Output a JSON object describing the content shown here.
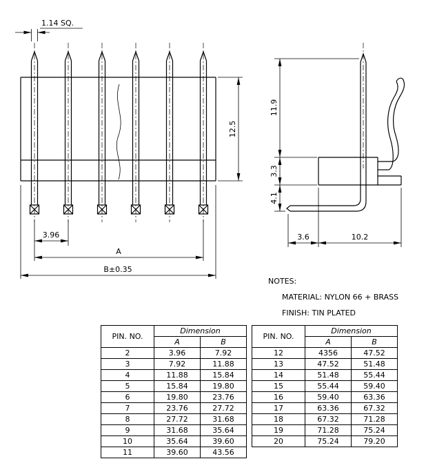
{
  "drawing": {
    "front_view": {
      "dim_pin_sq": "1.14 SQ.",
      "dim_height": "12.5",
      "dim_pitch": "3.96",
      "dim_a": "A",
      "dim_b": "B±0.35"
    },
    "side_view": {
      "dim_tail": "11.9",
      "dim_body": "3.3",
      "dim_leg": "4.1",
      "dim_offset": "3.6",
      "dim_depth": "10.2"
    }
  },
  "notes": {
    "heading": "NOTES:",
    "material": "MATERIAL: NYLON 66 + BRASS",
    "finish": "FINISH: TIN PLATED"
  },
  "table": {
    "headers": {
      "pin": "PIN. NO.",
      "dimension": "Dimension",
      "a": "A",
      "b": "B"
    },
    "left_rows": [
      {
        "pin": "2",
        "a": "3.96",
        "b": "7.92"
      },
      {
        "pin": "3",
        "a": "7.92",
        "b": "11.88"
      },
      {
        "pin": "4",
        "a": "11.88",
        "b": "15.84"
      },
      {
        "pin": "5",
        "a": "15.84",
        "b": "19.80"
      },
      {
        "pin": "6",
        "a": "19.80",
        "b": "23.76"
      },
      {
        "pin": "7",
        "a": "23.76",
        "b": "27.72"
      },
      {
        "pin": "8",
        "a": "27.72",
        "b": "31.68"
      },
      {
        "pin": "9",
        "a": "31.68",
        "b": "35.64"
      },
      {
        "pin": "10",
        "a": "35.64",
        "b": "39.60"
      },
      {
        "pin": "11",
        "a": "39.60",
        "b": "43.56"
      }
    ],
    "right_rows": [
      {
        "pin": "12",
        "a": "4356",
        "b": "47.52"
      },
      {
        "pin": "13",
        "a": "47.52",
        "b": "51.48"
      },
      {
        "pin": "14",
        "a": "51.48",
        "b": "55.44"
      },
      {
        "pin": "15",
        "a": "55.44",
        "b": "59.40"
      },
      {
        "pin": "16",
        "a": "59.40",
        "b": "63.36"
      },
      {
        "pin": "17",
        "a": "63.36",
        "b": "67.32"
      },
      {
        "pin": "18",
        "a": "67.32",
        "b": "71.28"
      },
      {
        "pin": "19",
        "a": "71.28",
        "b": "75.24"
      },
      {
        "pin": "20",
        "a": "75.24",
        "b": "79.20"
      }
    ]
  }
}
